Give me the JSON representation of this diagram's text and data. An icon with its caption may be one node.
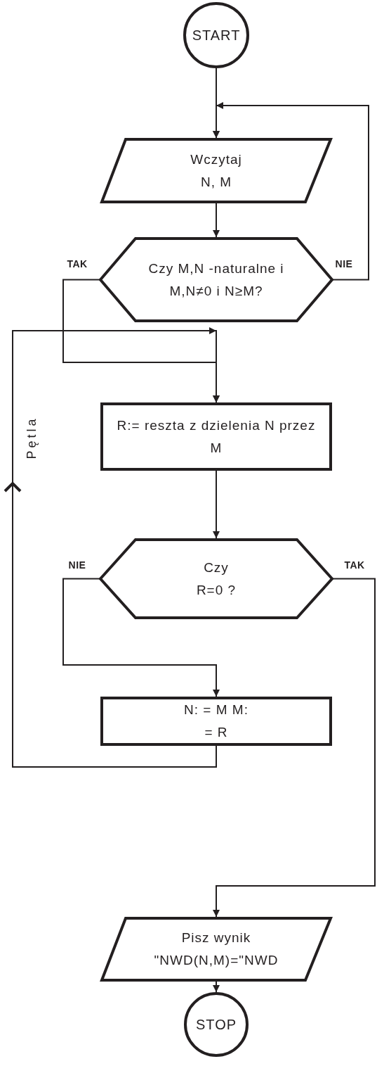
{
  "diagram": {
    "nodes": [
      {
        "text": [
          "START"
        ]
      },
      {
        "text": [
          "Wczytaj N, M"
        ]
      },
      {
        "text": [
          "Czy M,N -naturalne i M,N≠0 i N≥M?"
        ]
      },
      {
        "text": [
          "R:= reszta z dzielenia N przez M"
        ]
      },
      {
        "text": [
          "Czy R=0 ?"
        ]
      },
      {
        "text": [
          "N: = M M: = R"
        ]
      },
      {
        "text": [
          "Pisz wynik \"NWD(N,M)=\"NWD"
        ]
      },
      {
        "text": [
          "STOP"
        ]
      }
    ],
    "edges": [
      {
        "from": 0,
        "to": 1,
        "arrow": "to"
      },
      {
        "from": 1,
        "to": 2,
        "arrow": "to"
      },
      {
        "from": 2,
        "to": 1,
        "arrow": "to",
        "label": "NIE"
      },
      {
        "from": 2,
        "to": 3,
        "arrow": "to",
        "label": "TAK"
      },
      {
        "from": 3,
        "to": 4,
        "arrow": "to"
      },
      {
        "from": 4,
        "to": 5,
        "arrow": "to",
        "label": "NIE"
      },
      {
        "from": 5,
        "to": 3,
        "arrow": "to",
        "label": "Pętla"
      },
      {
        "from": 4,
        "to": 6,
        "arrow": "to",
        "label": "TAK"
      },
      {
        "from": 6,
        "to": 7,
        "arrow": "to"
      }
    ]
  }
}
